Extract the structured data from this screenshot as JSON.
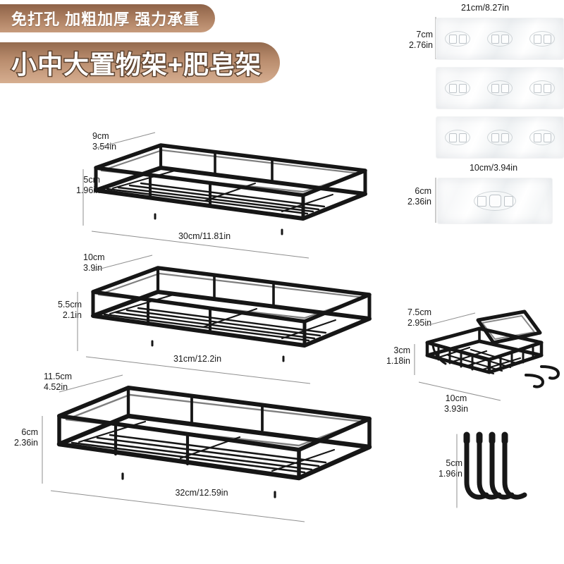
{
  "banners": [
    {
      "id": "feature-banner",
      "text": "免打孔 加粗加厚 强力承重"
    },
    {
      "id": "title-banner",
      "text": "小中大置物架+肥皂架"
    }
  ],
  "products": {
    "shelf_small": {
      "name": "small-shelf",
      "depth": {
        "cm": "9cm",
        "in": "3.54in"
      },
      "height": {
        "cm": "5cm",
        "in": "1.96in"
      },
      "width": "30cm/11.81in"
    },
    "shelf_medium": {
      "name": "medium-shelf",
      "depth": {
        "cm": "10cm",
        "in": "3.9in"
      },
      "height": {
        "cm": "5.5cm",
        "in": "2.1in"
      },
      "width": "31cm/12.2in"
    },
    "shelf_large": {
      "name": "large-shelf",
      "depth": {
        "cm": "11.5cm",
        "in": "4.52in"
      },
      "height": {
        "cm": "6cm",
        "in": "2.36in"
      },
      "width": "32cm/12.59in"
    },
    "soap_holder": {
      "name": "soap-dish",
      "depth": {
        "cm": "7.5cm",
        "in": "2.95in"
      },
      "height": {
        "cm": "3cm",
        "in": "1.18in"
      },
      "width": {
        "cm": "10cm",
        "in": "3.93in"
      }
    },
    "adhesive_strip": {
      "name": "adhesive-sticker-strip",
      "width": "21cm/8.27in",
      "height": {
        "cm": "7cm",
        "in": "2.76in"
      },
      "count": 3,
      "pads_per_strip": 3
    },
    "adhesive_single": {
      "name": "adhesive-sticker-single",
      "width": "10cm/3.94in",
      "height": {
        "cm": "6cm",
        "in": "2.36in"
      }
    },
    "hooks": {
      "name": "s-hooks",
      "height": {
        "cm": "5cm",
        "in": "1.96in"
      },
      "count": 4
    }
  },
  "colors": {
    "banner_dark": "#8d6248",
    "banner_light": "#d6ae90",
    "metal": "#1b1b1b",
    "background": "#ffffff",
    "label_text": "#1a1a1a"
  }
}
